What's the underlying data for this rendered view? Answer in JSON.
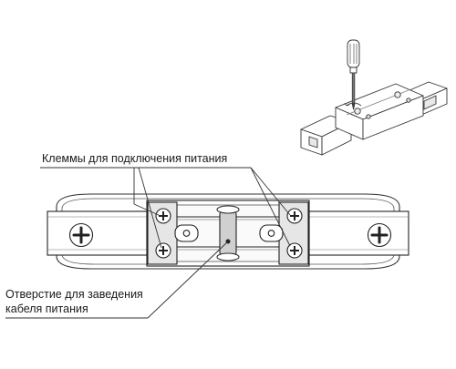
{
  "labels": {
    "terminals": "Клеммы для подключения питания",
    "hole_line1": "Отверстие для заведения",
    "hole_line2": "кабеля питания"
  },
  "icons": {
    "inset": "screwdriver-icon",
    "screw": "phillips-screw-icon"
  }
}
